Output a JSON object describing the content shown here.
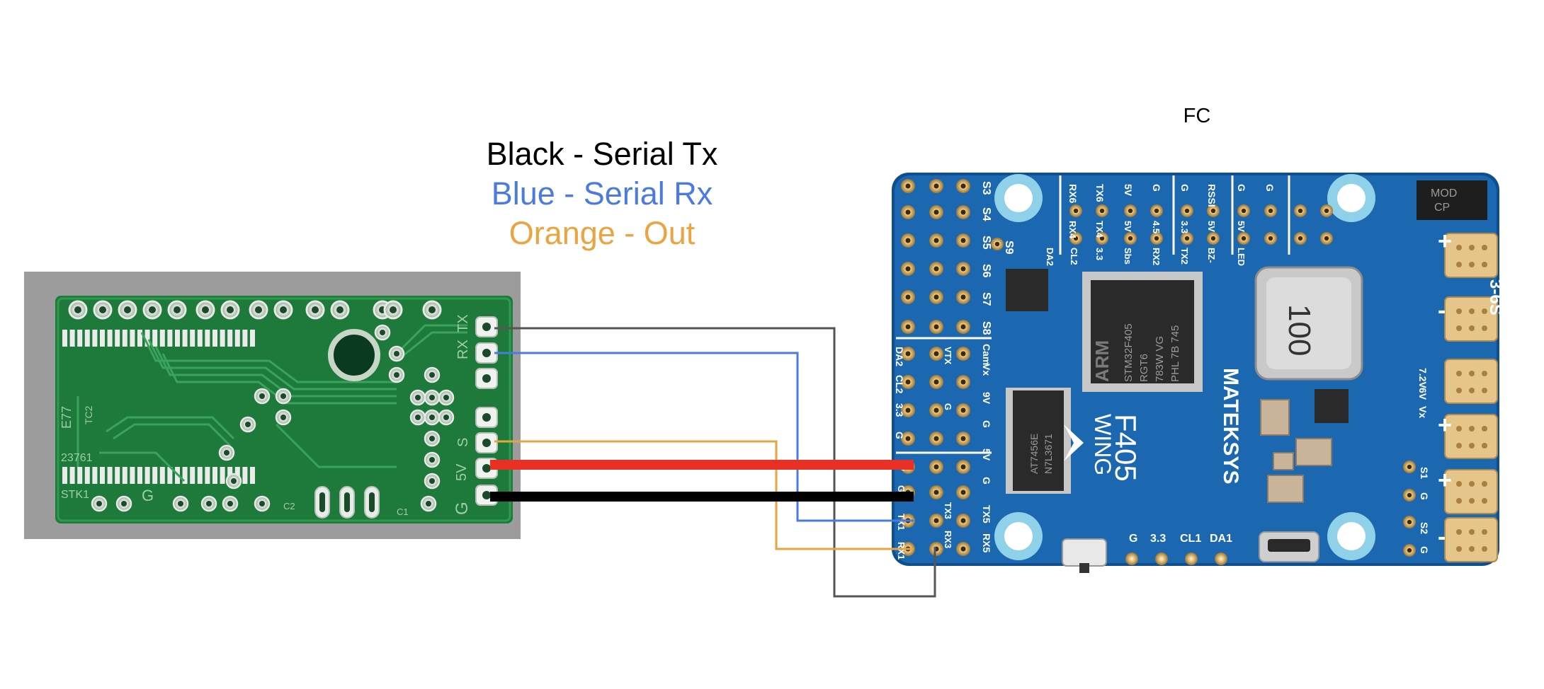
{
  "title": "FC",
  "legend": [
    {
      "text": "Black - Serial Tx",
      "color": "#000000"
    },
    {
      "text": "Blue - Serial Rx",
      "color": "#4a7be0"
    },
    {
      "text": "Orange - Out",
      "color": "#eba43f"
    }
  ],
  "wire_colors": {
    "gray": "#555555",
    "blue": "#4a7be0",
    "orange": "#e8a341",
    "red": "#e83025",
    "black": "#000000"
  },
  "sensor_board": {
    "silk": [
      "E77",
      "TC2",
      "23761",
      "STK1",
      "G",
      "C1",
      "C2",
      "TX",
      "RX",
      "S",
      "5V",
      "G"
    ]
  },
  "fc_board": {
    "silk_left": [
      "S3",
      "S4",
      "S5",
      "S6",
      "S7",
      "S8",
      "Cam",
      "Vx",
      "9V",
      "G",
      "5V",
      "G",
      "TX5",
      "RX5"
    ],
    "silk_pads": [
      "DA2",
      "CL2",
      "3.3",
      "G",
      "5V",
      "G",
      "TX1",
      "RX1",
      "VTX",
      "G",
      "TX3",
      "RX3"
    ],
    "silk_top": [
      "RX6",
      "TX6",
      "5V",
      "G",
      "G",
      "RSSI",
      "G",
      "G",
      "RX4",
      "TX4",
      "5V",
      "4.5",
      "3.3",
      "5V",
      "5V",
      "DA2",
      "CL2",
      "3.3",
      "Sbs",
      "RX2",
      "TX2",
      "BZ-",
      "LED"
    ],
    "silk_bottom": [
      "G",
      "3.3",
      "CL1",
      "DA1"
    ],
    "silk_right": [
      "3-6S",
      "7.2V",
      "6V",
      "Vx",
      "S1",
      "S2",
      "G",
      "G"
    ],
    "brand": [
      "F405",
      "WING",
      "MATEKSYS"
    ],
    "chip": [
      "ARM",
      "STM32F405",
      "RGT6",
      "783W VG",
      "PHL 7B 745"
    ],
    "chip2": [
      "AT7456E",
      "N7L3671"
    ],
    "inductor": "100",
    "mod": [
      "MOD",
      "CP"
    ],
    "s9": "S9"
  }
}
